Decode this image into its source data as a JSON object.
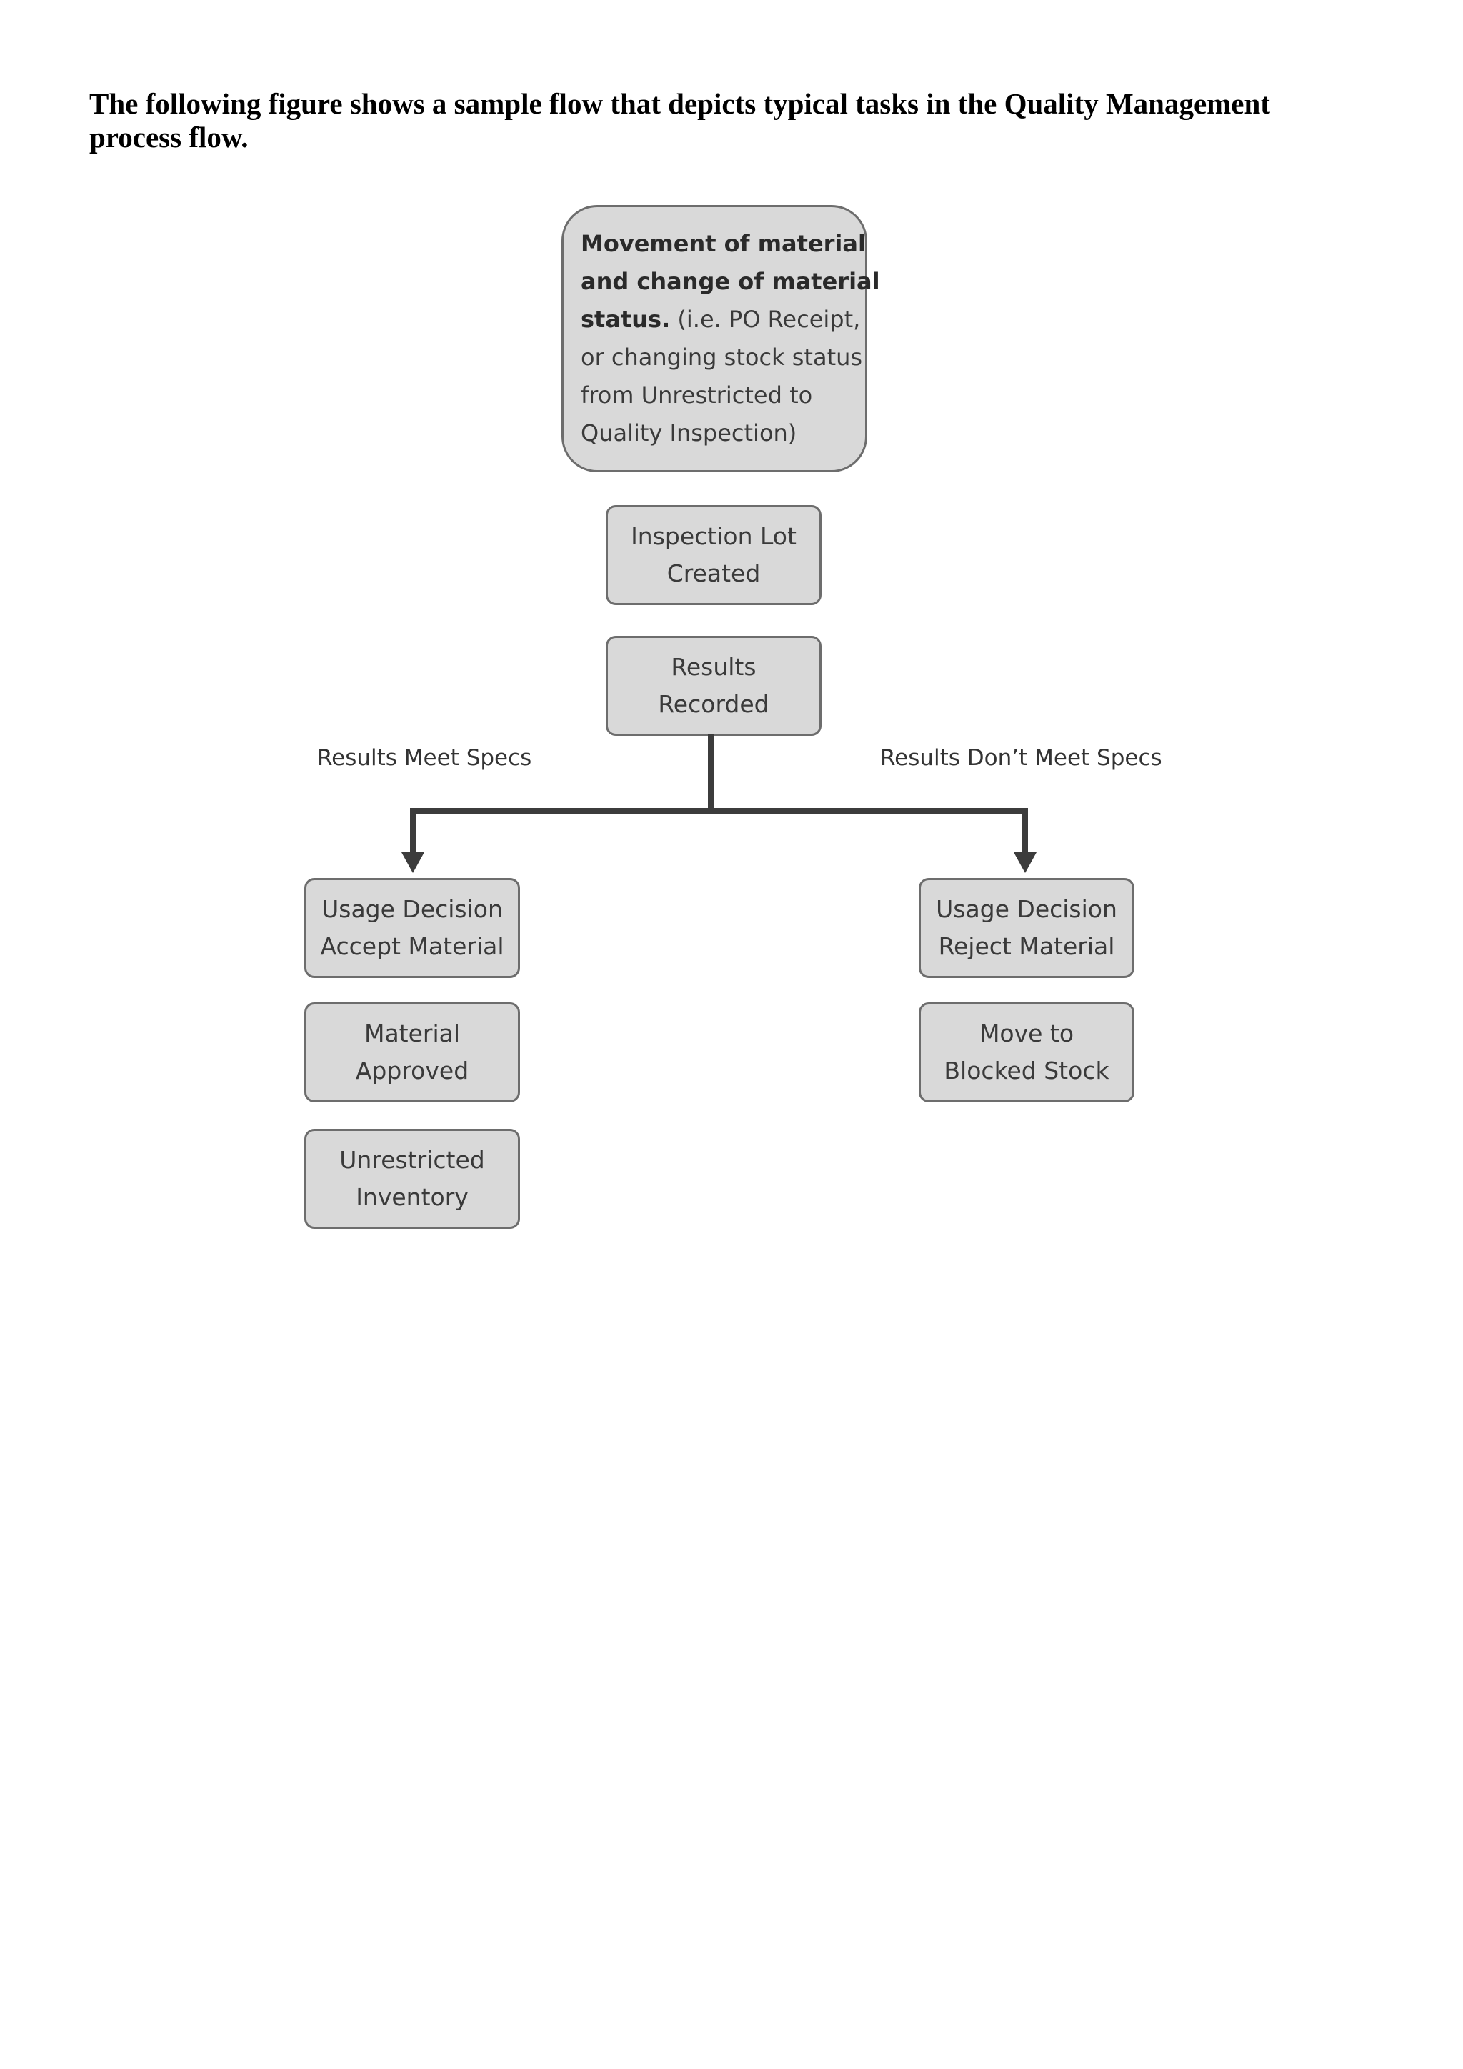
{
  "intro_text": "The following figure shows a sample flow that depicts typical tasks in the Quality Management process flow.",
  "diagram": {
    "start_node": {
      "lines": [
        {
          "text": "Movement of material",
          "bold": true
        },
        {
          "text": "and change of material",
          "bold": true
        },
        {
          "bold_part": "status.",
          "regular_part": " (i.e. PO Receipt,"
        },
        {
          "text": "or changing stock status",
          "bold": false
        },
        {
          "text": "from Unrestricted to",
          "bold": false
        },
        {
          "text": "Quality Inspection)",
          "bold": false
        }
      ]
    },
    "inspection_lot": {
      "line1": "Inspection Lot",
      "line2": "Created"
    },
    "results_recorded": {
      "line1": "Results",
      "line2": "Recorded"
    },
    "branch_left_label": "Results Meet Specs",
    "branch_right_label": "Results Don’t Meet Specs",
    "left_branch": [
      {
        "line1": "Usage Decision",
        "line2": "Accept Material"
      },
      {
        "line1": "Material",
        "line2": "Approved"
      },
      {
        "line1": "Unrestricted",
        "line2": "Inventory"
      }
    ],
    "right_branch": [
      {
        "line1": "Usage Decision",
        "line2": "Reject Material"
      },
      {
        "line1": "Move to",
        "line2": "Blocked Stock"
      }
    ],
    "colors": {
      "box_fill": "#d9d9d9",
      "box_border": "#6d6d6d",
      "connector": "#3c3c3c"
    }
  }
}
